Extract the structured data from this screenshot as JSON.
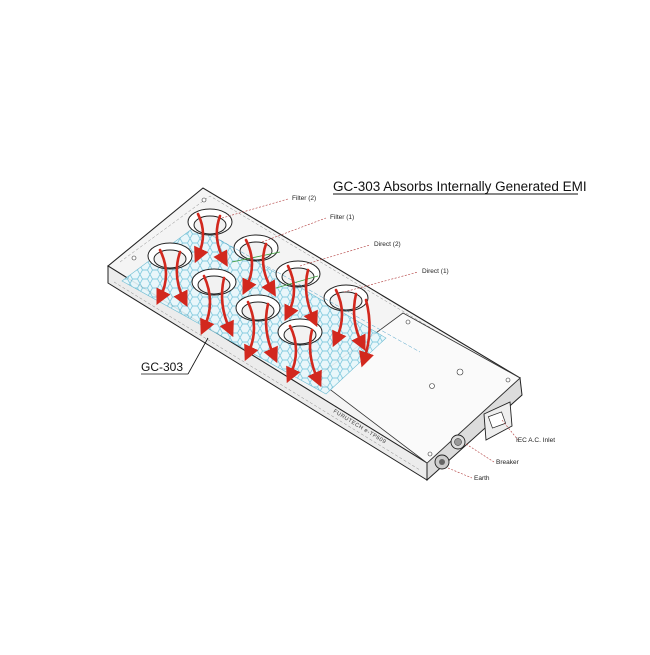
{
  "title": "GC-303 Absorbs Internally Generated EMI",
  "callouts": {
    "filter2": "Filter (2)",
    "filter1": "Filter (1)",
    "direct2": "Direct (2)",
    "direct1": "Direct (1)",
    "inlet": "IEC  A.C. Inlet",
    "breaker": "Breaker",
    "earth": "Earth"
  },
  "component_label": "GC-303",
  "brand": "FURUTECH  e-TP609",
  "colors": {
    "arrow": "#d2281e",
    "mesh": "#8fd3e6",
    "leader": "#b03a3a",
    "outline": "#222222",
    "green_wire": "#3a9a3a"
  },
  "outlet_count": 8
}
